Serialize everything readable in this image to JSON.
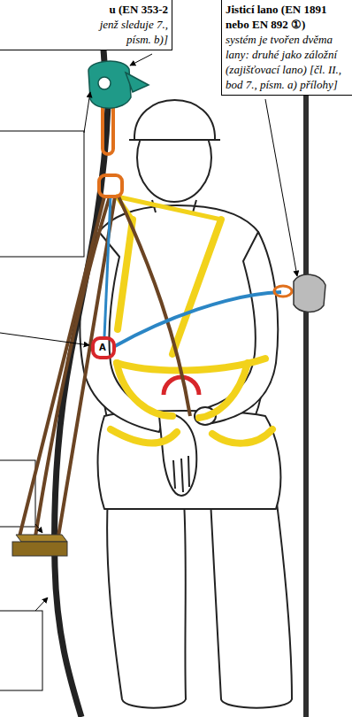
{
  "diagram": {
    "nodes": [
      {
        "text": [
          "u (EN 353-2",
          "jenž sleduje 7., písm. b)]"
        ]
      },
      {
        "text": [
          "Jisticí lano (EN 1891 nebo EN 892 ①)",
          "systém je tvořen dvěma lany: druhé jako záložní (zajišťovací lano) [čl. II., bod 7., písm. a) přílohy]"
        ]
      }
    ],
    "labels": [
      "A"
    ]
  }
}
